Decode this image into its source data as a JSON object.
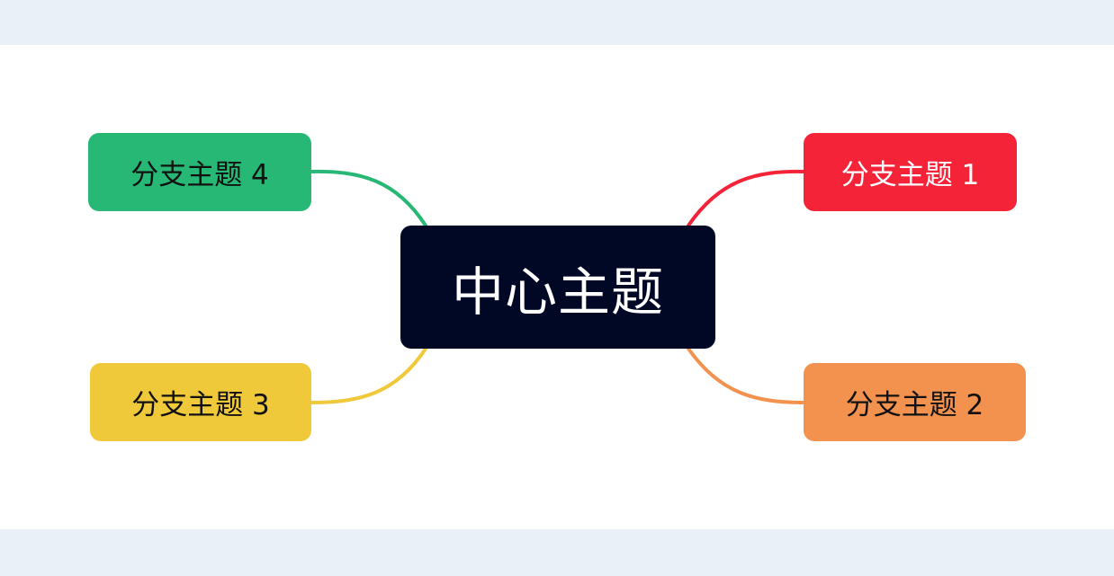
{
  "colors": {
    "background_band": "#e9f0f8",
    "canvas": "#ffffff",
    "central_fill": "#000826",
    "central_text": "#ffffff",
    "branch1": "#f42338",
    "branch2": "#f2924e",
    "branch3": "#f0c93a",
    "branch4": "#26b874",
    "dark_text": "#111111",
    "light_text": "#ffffff"
  },
  "central": {
    "label": "中心主题"
  },
  "branches": [
    {
      "label": "分支主题 1",
      "color": "#f42338",
      "text_color": "#ffffff"
    },
    {
      "label": "分支主题 2",
      "color": "#f2924e",
      "text_color": "#111111"
    },
    {
      "label": "分支主题 3",
      "color": "#f0c93a",
      "text_color": "#111111"
    },
    {
      "label": "分支主题 4",
      "color": "#26b874",
      "text_color": "#111111"
    }
  ]
}
